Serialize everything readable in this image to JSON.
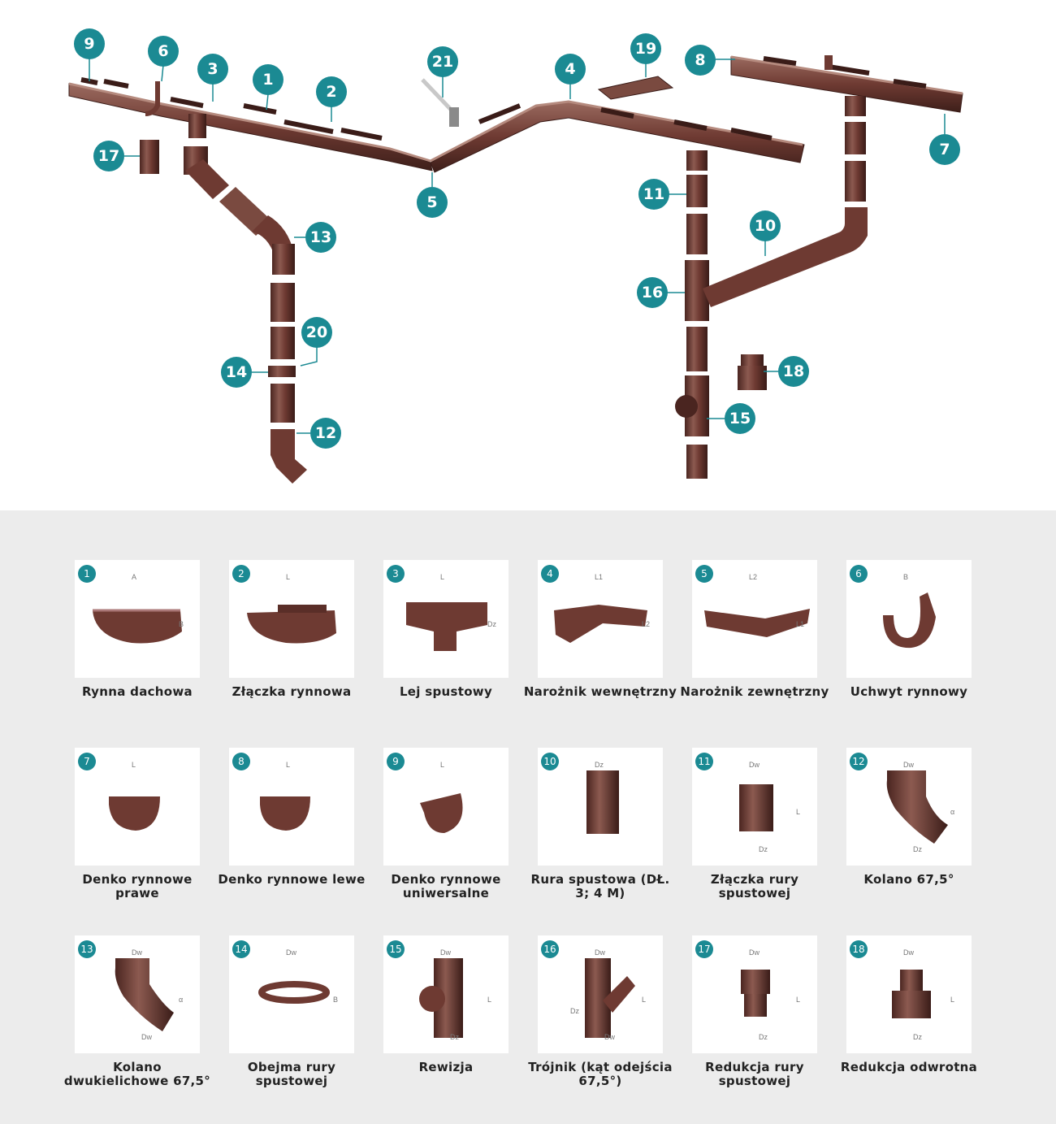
{
  "diagram": {
    "callouts": [
      "9",
      "6",
      "3",
      "1",
      "2",
      "21",
      "4",
      "19",
      "8",
      "7",
      "17",
      "5",
      "11",
      "10",
      "13",
      "16",
      "20",
      "14",
      "18",
      "15",
      "12"
    ]
  },
  "catalog": {
    "items": [
      {
        "num": "1",
        "label": "Rynna dachowa",
        "dims": [
          "A",
          "B"
        ]
      },
      {
        "num": "2",
        "label": "Złączka rynnowa",
        "dims": [
          "L"
        ]
      },
      {
        "num": "3",
        "label": "Lej spustowy",
        "dims": [
          "L",
          "Dz"
        ]
      },
      {
        "num": "4",
        "label": "Narożnik wewnętrzny",
        "dims": [
          "L1",
          "L2"
        ]
      },
      {
        "num": "5",
        "label": "Narożnik zewnętrzny",
        "dims": [
          "L2",
          "L1"
        ]
      },
      {
        "num": "6",
        "label": "Uchwyt rynnowy",
        "dims": [
          "B"
        ]
      },
      {
        "num": "7",
        "label": "Denko rynnowe prawe",
        "dims": [
          "L"
        ]
      },
      {
        "num": "8",
        "label": "Denko rynnowe lewe",
        "dims": [
          "L"
        ]
      },
      {
        "num": "9",
        "label": "Denko rynnowe uniwersalne",
        "dims": [
          "L"
        ]
      },
      {
        "num": "10",
        "label": "Rura spustowa (DŁ. 3; 4 M)",
        "dims": [
          "Dz"
        ]
      },
      {
        "num": "11",
        "label": "Złączka rury spustowej",
        "dims": [
          "Dw",
          "L",
          "Dz"
        ]
      },
      {
        "num": "12",
        "label": "Kolano 67,5°",
        "dims": [
          "Dw",
          "α",
          "Dz"
        ]
      },
      {
        "num": "13",
        "label": "Kolano dwukielichowe 67,5°",
        "dims": [
          "Dw",
          "α",
          "Dw"
        ]
      },
      {
        "num": "14",
        "label": "Obejma rury spustowej",
        "dims": [
          "Dw",
          "B"
        ]
      },
      {
        "num": "15",
        "label": "Rewizja",
        "dims": [
          "Dw",
          "L",
          "Dz"
        ]
      },
      {
        "num": "16",
        "label": "Trójnik (kąt odejścia 67,5°)",
        "dims": [
          "Dw",
          "L",
          "Dw",
          "Dz"
        ]
      },
      {
        "num": "17",
        "label": "Redukcja rury spustowej",
        "dims": [
          "Dw",
          "L",
          "Dz"
        ]
      },
      {
        "num": "18",
        "label": "Redukcja odwrotna",
        "dims": [
          "Dw",
          "L",
          "Dz"
        ]
      }
    ]
  },
  "colors": {
    "accent": "#1b8a93",
    "product": "#6e3a32",
    "background": "#ececec"
  }
}
